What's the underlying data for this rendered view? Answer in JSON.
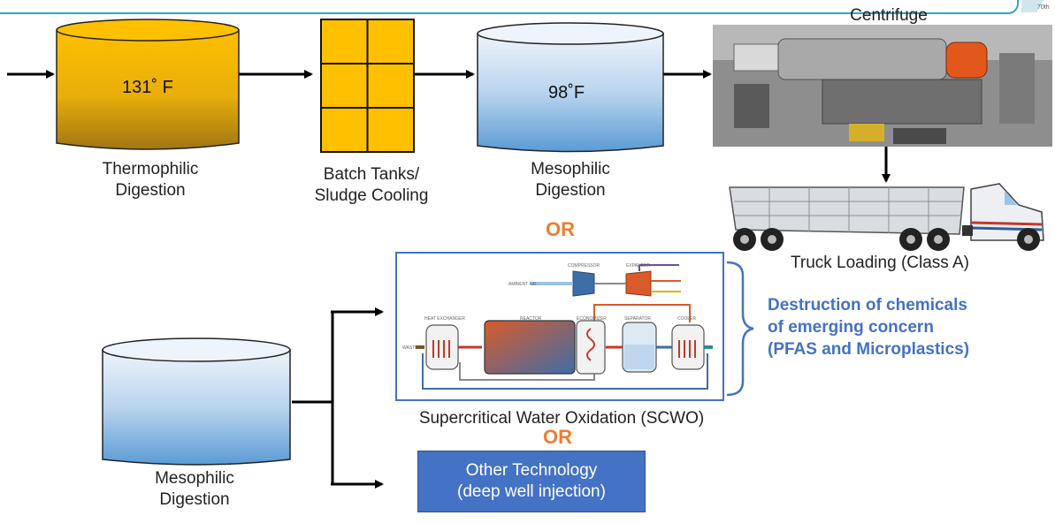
{
  "corner_logo": {
    "text": "70th"
  },
  "top_flow": {
    "thermophilic": {
      "temp": "131˚ F",
      "label_line1": "Thermophilic",
      "label_line2": "Digestion"
    },
    "batch": {
      "label_line1": "Batch Tanks/",
      "label_line2": "Sludge Cooling"
    },
    "mesophilic": {
      "temp": "98˚F",
      "label_line1": "Mesophilic",
      "label_line2": "Digestion"
    },
    "centrifuge": {
      "label": "Centrifuge"
    },
    "truck": {
      "label": "Truck Loading (Class A)"
    }
  },
  "or_labels": {
    "first": "OR",
    "second": "OR"
  },
  "bottom_flow": {
    "mesophilic": {
      "label_line1": "Mesophilic",
      "label_line2": "Digestion"
    },
    "scwo": {
      "label": "Supercritical Water Oxidation (SCWO)",
      "diagram": {
        "compressor": "COMPRESSOR",
        "expander": "EXPANDER",
        "ambient_air": "AMBIENT AIR",
        "heat_exchanger": "HEAT EXCHANGER",
        "reactor": "REACTOR",
        "economizer": "ECONOMIZER",
        "separator": "SEPARATOR",
        "cooler": "COOLER",
        "waste": "WASTE"
      }
    },
    "other": {
      "line1": "Other Technology",
      "line2": "(deep well injection)"
    },
    "destruction": {
      "line1": "Destruction of chemicals",
      "line2": "of emerging concern",
      "line3": "(PFAS and Microplastics)"
    }
  },
  "colors": {
    "accent_blue": "#4472C4",
    "or_orange": "#ED7D31",
    "tank_gold": "#FFC000",
    "header_teal": "#2FA4C8"
  }
}
